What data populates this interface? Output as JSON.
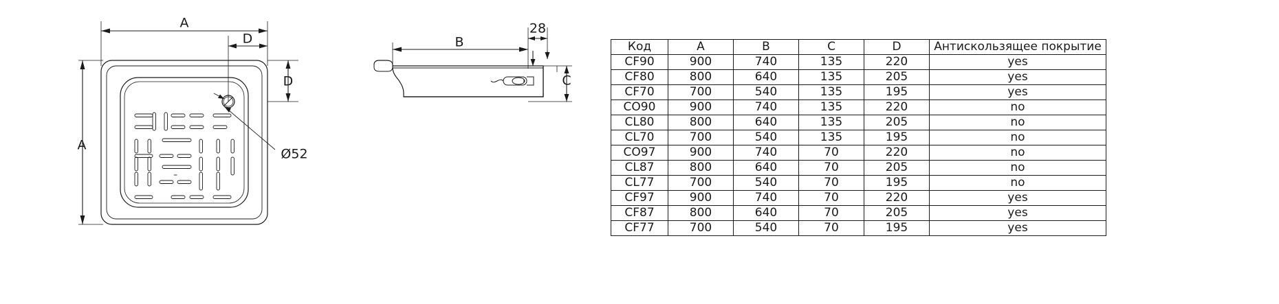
{
  "drawing": {
    "top_view": {
      "label_width_a": "A",
      "label_height_a": "A",
      "label_d_horizontal": "D",
      "label_d_vertical": "D",
      "drain_callout": "Ø52"
    },
    "side_view": {
      "label_b": "B",
      "label_28": "28",
      "label_c": "C"
    }
  },
  "table": {
    "headers": [
      "Код",
      "A",
      "B",
      "C",
      "D",
      "Антискользящее покрытие"
    ],
    "rows": [
      [
        "CF90",
        "900",
        "740",
        "135",
        "220",
        "yes"
      ],
      [
        "CF80",
        "800",
        "640",
        "135",
        "205",
        "yes"
      ],
      [
        "CF70",
        "700",
        "540",
        "135",
        "195",
        "yes"
      ],
      [
        "CO90",
        "900",
        "740",
        "135",
        "220",
        "no"
      ],
      [
        "CL80",
        "800",
        "640",
        "135",
        "205",
        "no"
      ],
      [
        "CL70",
        "700",
        "540",
        "135",
        "195",
        "no"
      ],
      [
        "CO97",
        "900",
        "740",
        "70",
        "220",
        "no"
      ],
      [
        "CL87",
        "800",
        "640",
        "70",
        "205",
        "no"
      ],
      [
        "CL77",
        "700",
        "540",
        "70",
        "195",
        "no"
      ],
      [
        "CF97",
        "900",
        "740",
        "70",
        "220",
        "yes"
      ],
      [
        "CF87",
        "800",
        "640",
        "70",
        "205",
        "yes"
      ],
      [
        "CF77",
        "700",
        "540",
        "70",
        "195",
        "yes"
      ]
    ]
  },
  "colors": {
    "line": "#1a1a1a",
    "background": "#ffffff"
  }
}
